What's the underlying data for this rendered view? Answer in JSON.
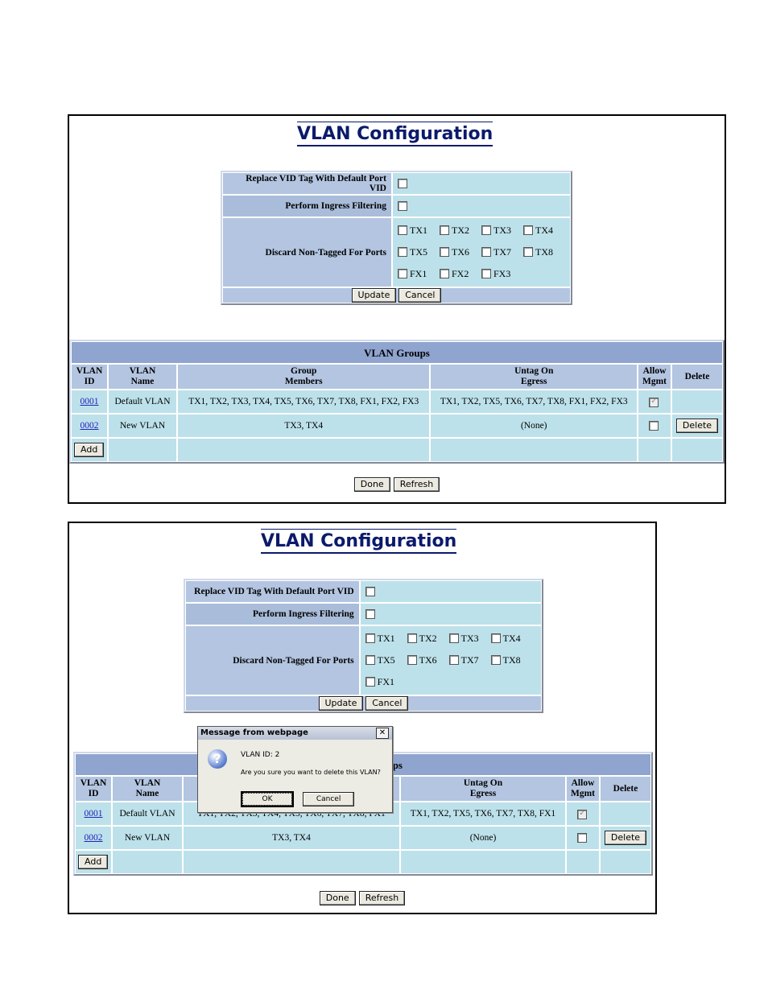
{
  "title": "VLAN Configuration",
  "config": {
    "replace_vid_label": "Replace VID Tag With Default Port VID",
    "ingress_label": "Perform Ingress Filtering",
    "discard_label": "Discard Non-Tagged For Ports",
    "discard_label_p2": "Discard Non-Tagged For Ports",
    "ports_p1": [
      "TX1",
      "TX2",
      "TX3",
      "TX4",
      "TX5",
      "TX6",
      "TX7",
      "TX8",
      "FX1",
      "FX2",
      "FX3"
    ],
    "ports_p2": [
      "TX1",
      "TX2",
      "TX3",
      "TX4",
      "TX5",
      "TX6",
      "TX7",
      "TX8",
      "FX1"
    ],
    "update_label": "Update",
    "cancel_label": "Cancel"
  },
  "groups": {
    "caption": "VLAN Groups",
    "caption_p2": "ps",
    "headers": {
      "vlan_id_1": "VLAN",
      "vlan_id_2": "ID",
      "vlan_name_1": "VLAN",
      "vlan_name_2": "Name",
      "members_1": "Group",
      "members_2": "Members",
      "untag_1": "Untag On",
      "untag_2": "Egress",
      "allow_1": "Allow",
      "allow_2": "Mgmt",
      "delete": "Delete"
    },
    "rows": [
      {
        "id": "0001",
        "name": "Default VLAN",
        "members": "TX1, TX2, TX3, TX4, TX5, TX6, TX7, TX8, FX1, FX2, FX3",
        "untag": "TX1, TX2, TX5, TX6, TX7, TX8, FX1, FX2, FX3",
        "members_p2": "TX1, TX2, TX3, TX4, TX5, TX6, TX7, TX8, FX1",
        "untag_p2": "TX1, TX2, TX5, TX6, TX7, TX8, FX1"
      },
      {
        "id": "0002",
        "name": "New VLAN",
        "members": "TX3, TX4",
        "untag": "(None)",
        "delete_label": "Delete"
      }
    ],
    "add_label": "Add"
  },
  "footer": {
    "done_label": "Done",
    "refresh_label": "Refresh"
  },
  "dialog": {
    "title": "Message from webpage",
    "close": "✕",
    "line1": "VLAN ID:  2",
    "line2": "Are you sure you want to delete this VLAN?",
    "ok_label": "OK",
    "cancel_label": "Cancel"
  }
}
